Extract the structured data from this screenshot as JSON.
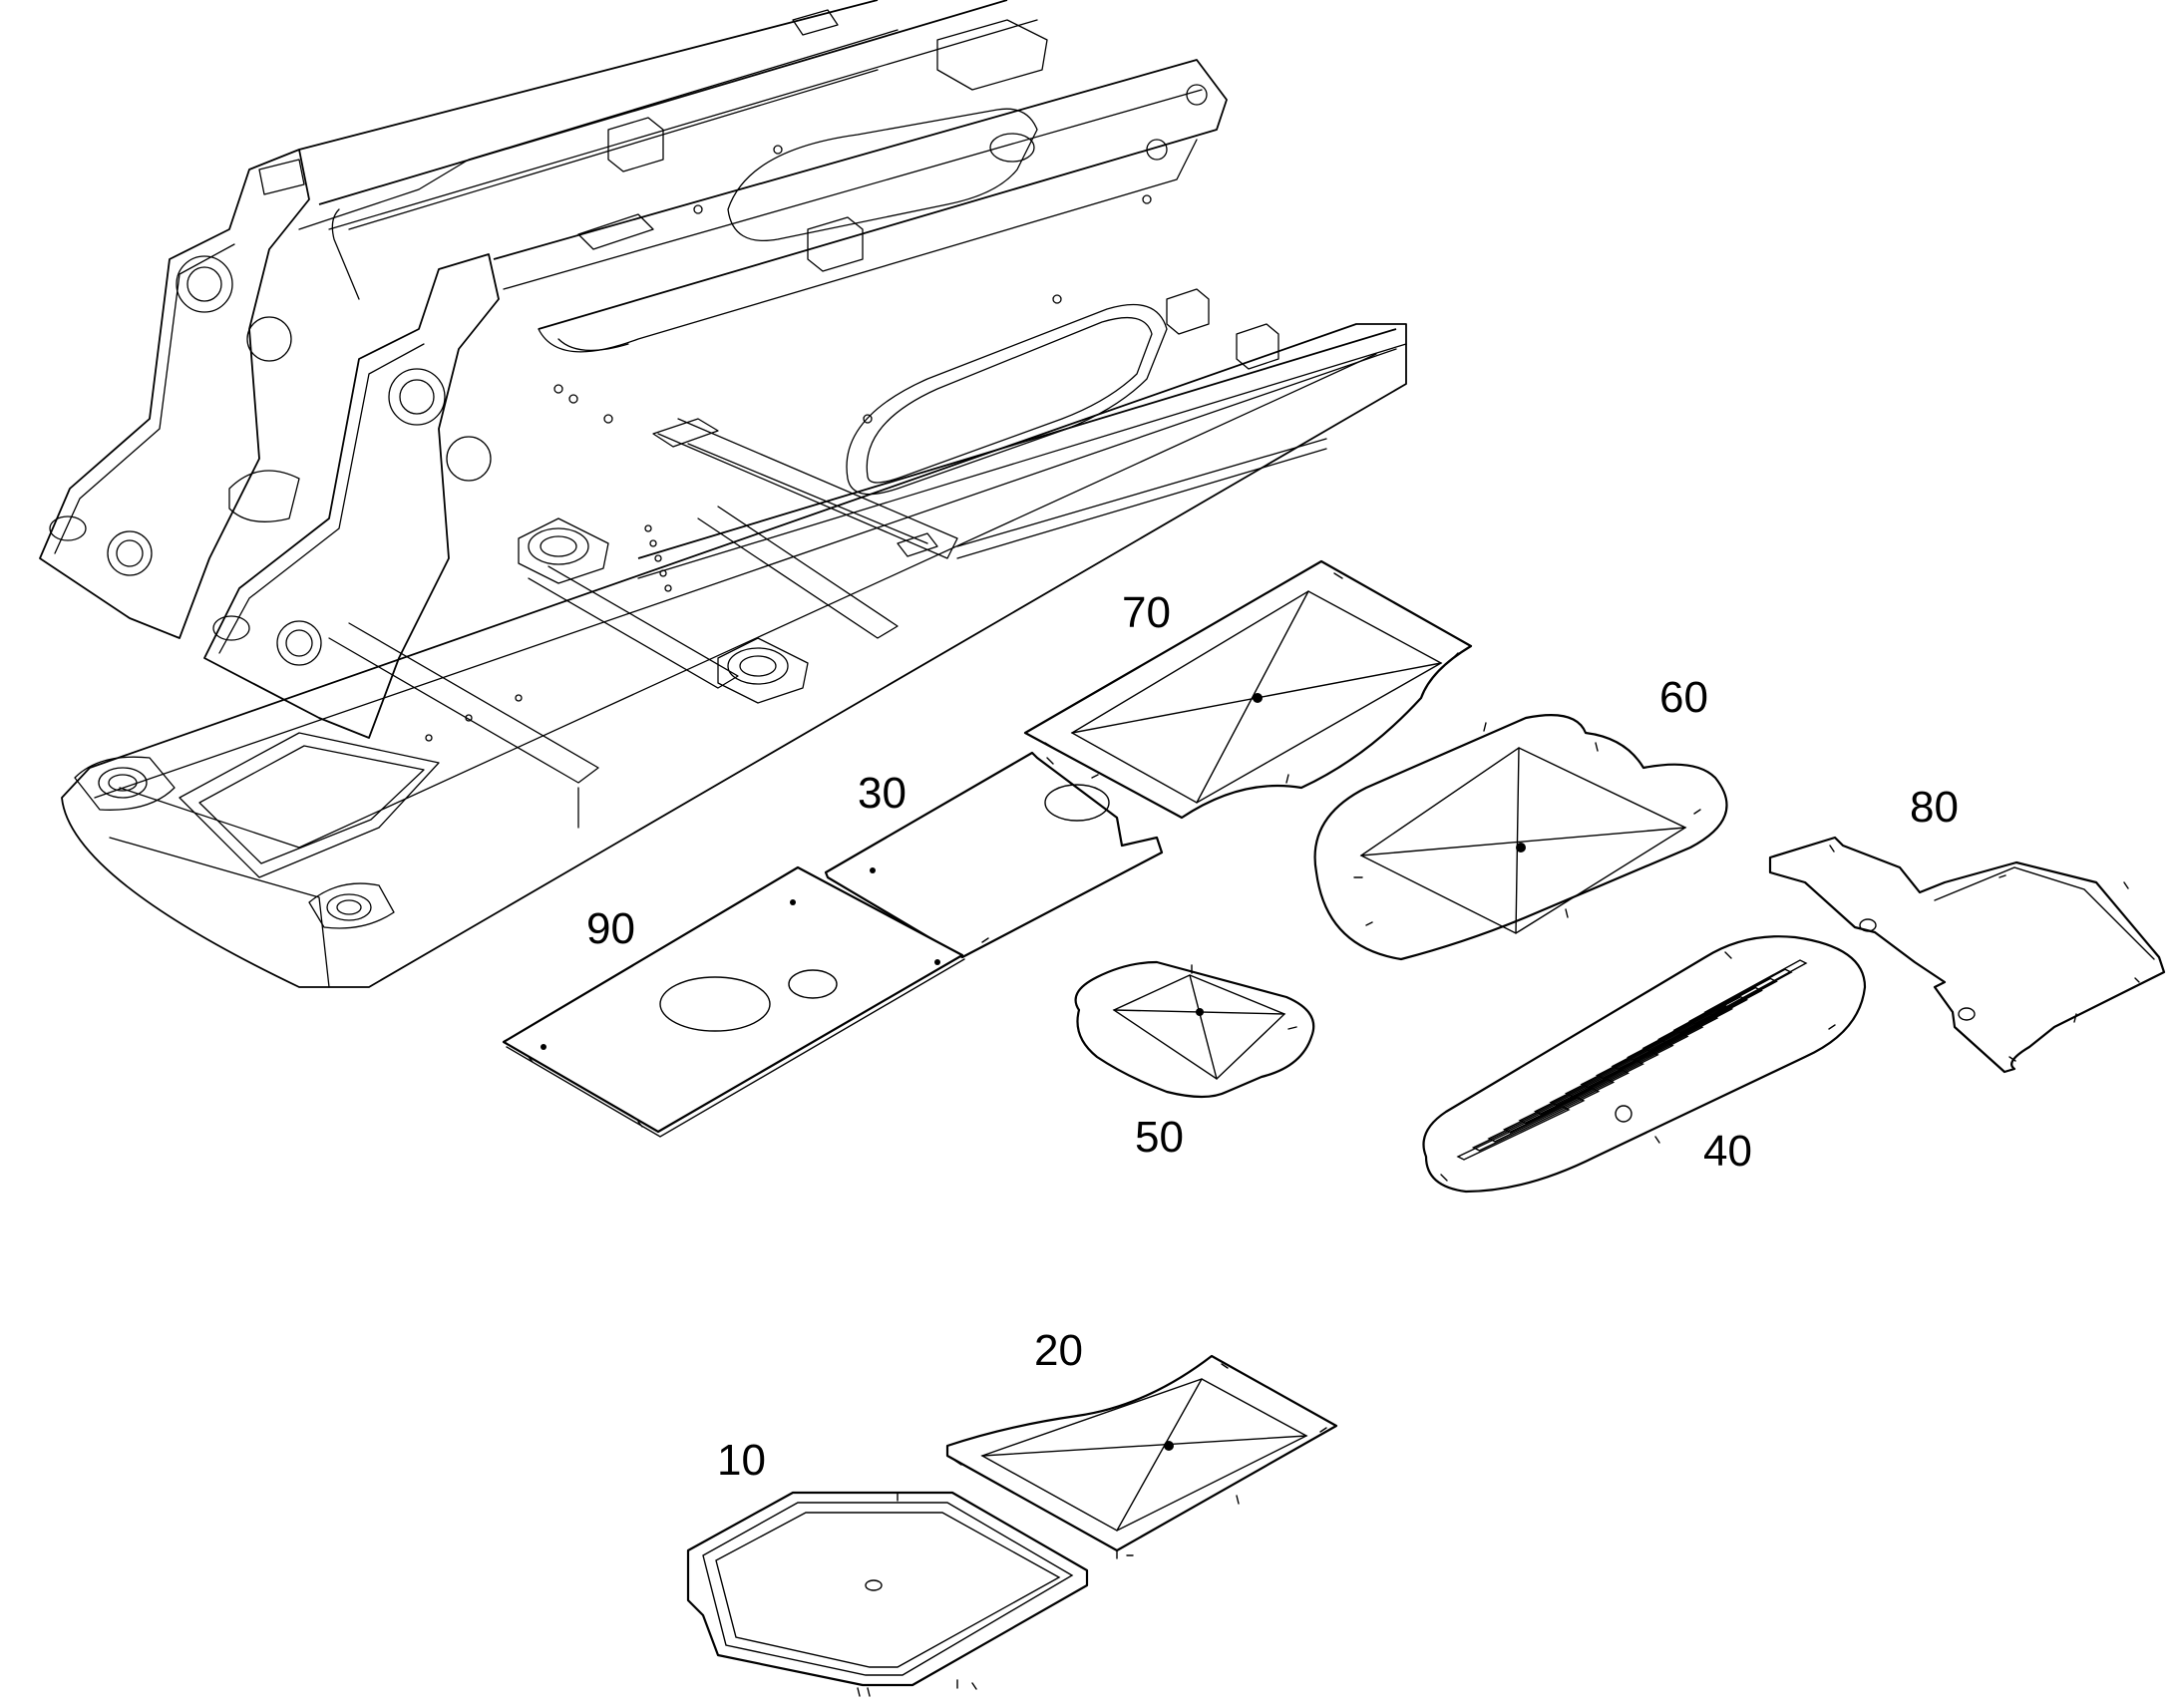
{
  "parts": [
    {
      "label": "10"
    },
    {
      "label": "20"
    },
    {
      "label": "30"
    },
    {
      "label": "40"
    },
    {
      "label": "50"
    },
    {
      "label": "60"
    },
    {
      "label": "70"
    },
    {
      "label": "80"
    },
    {
      "label": "90"
    }
  ],
  "colors": {
    "line": "#000000",
    "background": "#ffffff"
  }
}
